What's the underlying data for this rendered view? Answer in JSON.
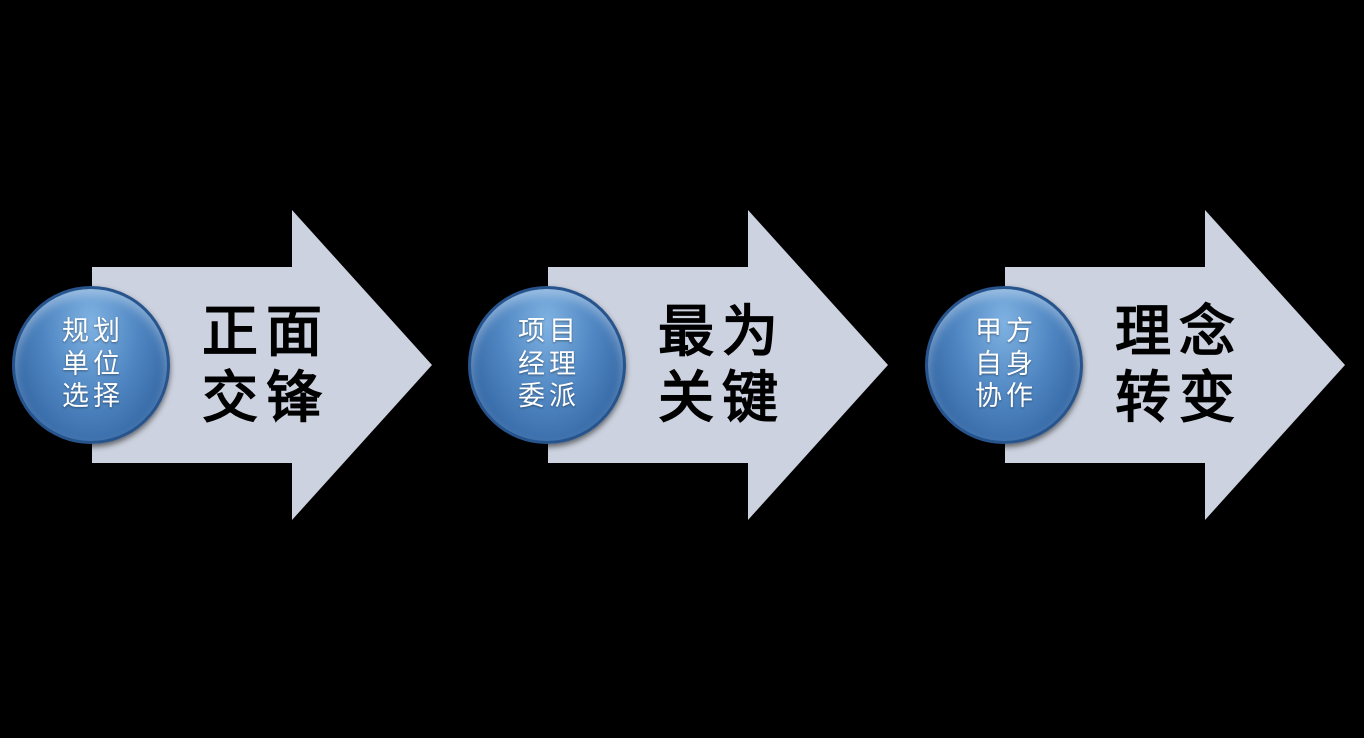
{
  "diagram": {
    "background_color": "#000000",
    "arrow_color": "#ccd2df",
    "circle_fill_color": "#3f74b0",
    "circle_border_color": "#27548c",
    "circle_text_color": "#ffffff",
    "label_text_color": "#000000",
    "steps": [
      {
        "circle_lines": [
          "规划",
          "单位",
          "选择"
        ],
        "label_lines": [
          "正面",
          "交锋"
        ]
      },
      {
        "circle_lines": [
          "项目",
          "经理",
          "委派"
        ],
        "label_lines": [
          "最为",
          "关键"
        ]
      },
      {
        "circle_lines": [
          "甲方",
          "自身",
          "协作"
        ],
        "label_lines": [
          "理念",
          "转变"
        ]
      }
    ]
  }
}
